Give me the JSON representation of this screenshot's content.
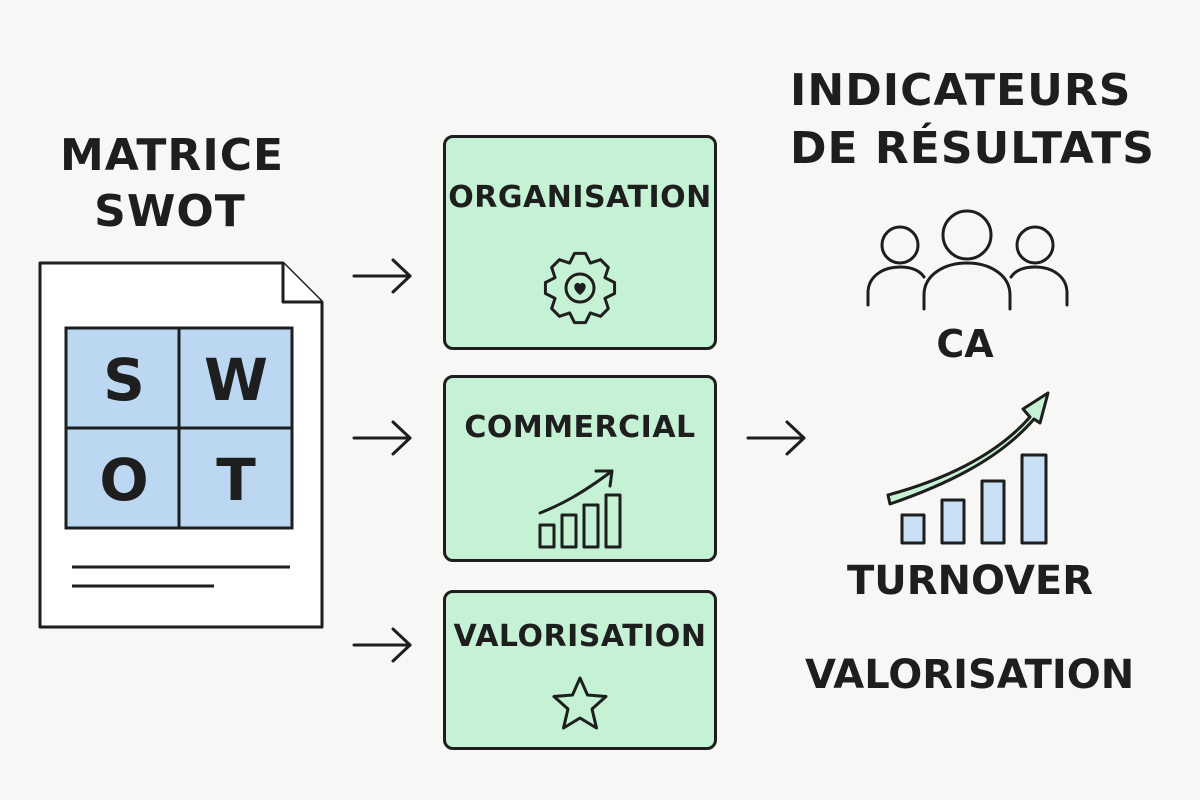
{
  "swot": {
    "title_line1": "MATRICE",
    "title_line2": "SWOT",
    "letters": [
      "S",
      "W",
      "O",
      "T"
    ],
    "icon": "document-icon"
  },
  "boxes": [
    {
      "label": "ORGANISATION",
      "icon": "gear-icon"
    },
    {
      "label": "COMMERCIAL",
      "icon": "growth-chart-icon"
    },
    {
      "label": "VALORISATION",
      "icon": "star-icon"
    }
  ],
  "results": {
    "title_line1": "INDICATEURS",
    "title_line2": "DE RÉSULTATS",
    "items": [
      {
        "label": "CA",
        "icon": "people-icon"
      },
      {
        "label": "TURNOVER",
        "icon": "bar-chart-arrow-icon"
      },
      {
        "label": "VALORISATION"
      }
    ]
  },
  "colors": {
    "background": "#f7f7f5",
    "box_fill": "#c5f1d4",
    "swot_fill": "#bcd7f1",
    "bar_fill": "#c9dff3",
    "stroke": "#1e1e1e"
  }
}
